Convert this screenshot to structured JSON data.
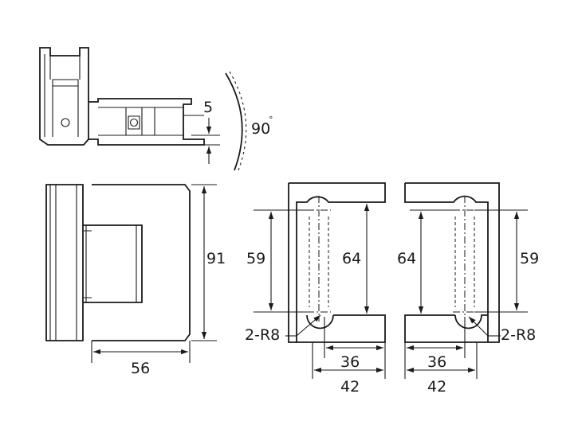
{
  "dimensions": {
    "gap": "5",
    "angle": "90",
    "angle_unit": "°",
    "height": "91",
    "width": "56",
    "left_hole_pitch": "59",
    "left_overall_height": "64",
    "right_overall_height": "64",
    "right_hole_pitch": "59",
    "left_radius": "2-R8",
    "right_radius": "2-R8",
    "left_inner_width": "36",
    "left_outer_width": "42",
    "right_inner_width": "36",
    "right_outer_width": "42"
  }
}
